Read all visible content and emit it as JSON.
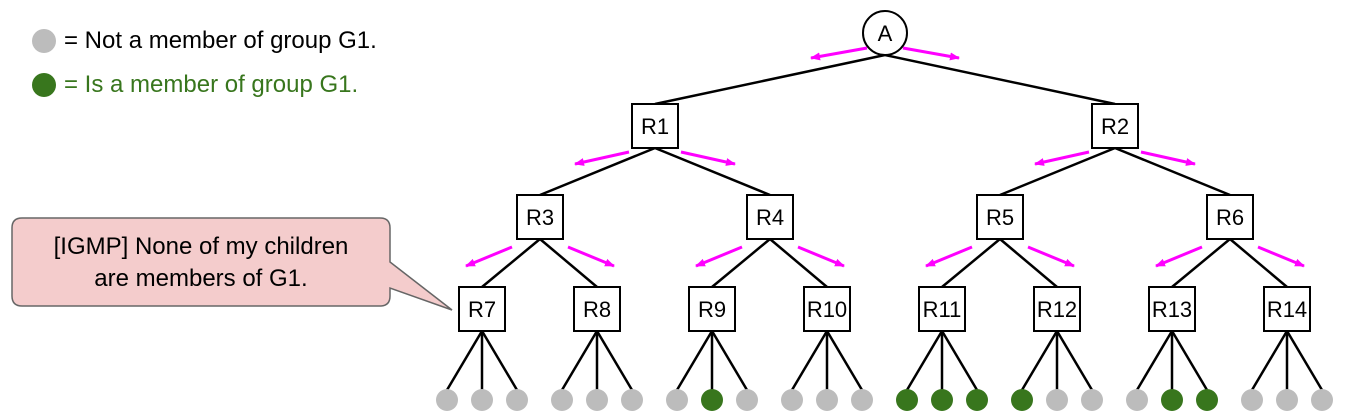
{
  "legend": {
    "not_member": {
      "label": "= Not a member of group G1.",
      "color": "#bcbcbc",
      "text_color": "#000000"
    },
    "member": {
      "label": "= Is a member of group G1.",
      "color": "#38761d",
      "text_color": "#38761d"
    }
  },
  "callout": {
    "line1": "[IGMP] None of my children",
    "line2": "are members of G1.",
    "fill": "#f4cccc",
    "stroke": "#666666"
  },
  "arrow_color": "#ff00ff",
  "root": {
    "label": "A"
  },
  "routers": {
    "level1": [
      "R1",
      "R2"
    ],
    "level2": [
      "R3",
      "R4",
      "R5",
      "R6"
    ],
    "level3": [
      "R7",
      "R8",
      "R9",
      "R10",
      "R11",
      "R12",
      "R13",
      "R14"
    ]
  },
  "hosts_membership": [
    [
      false,
      false,
      false
    ],
    [
      false,
      false,
      false
    ],
    [
      false,
      true,
      false
    ],
    [
      false,
      false,
      false
    ],
    [
      true,
      true,
      true
    ],
    [
      true,
      false,
      false
    ],
    [
      false,
      true,
      true
    ],
    [
      false,
      false,
      false
    ]
  ]
}
